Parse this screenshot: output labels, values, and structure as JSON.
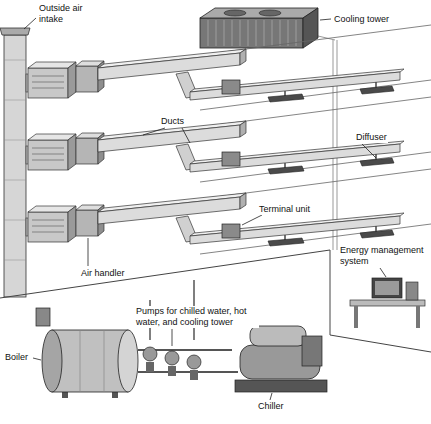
{
  "diagram": {
    "labels": [
      "Outside air intake",
      "Cooling tower",
      "Ducts",
      "Diffuser",
      "Terminal unit",
      "Air handler",
      "Energy management system",
      "Pumps for chilled water, hot water, and cooling tower",
      "Boiler",
      "Chiller"
    ]
  }
}
